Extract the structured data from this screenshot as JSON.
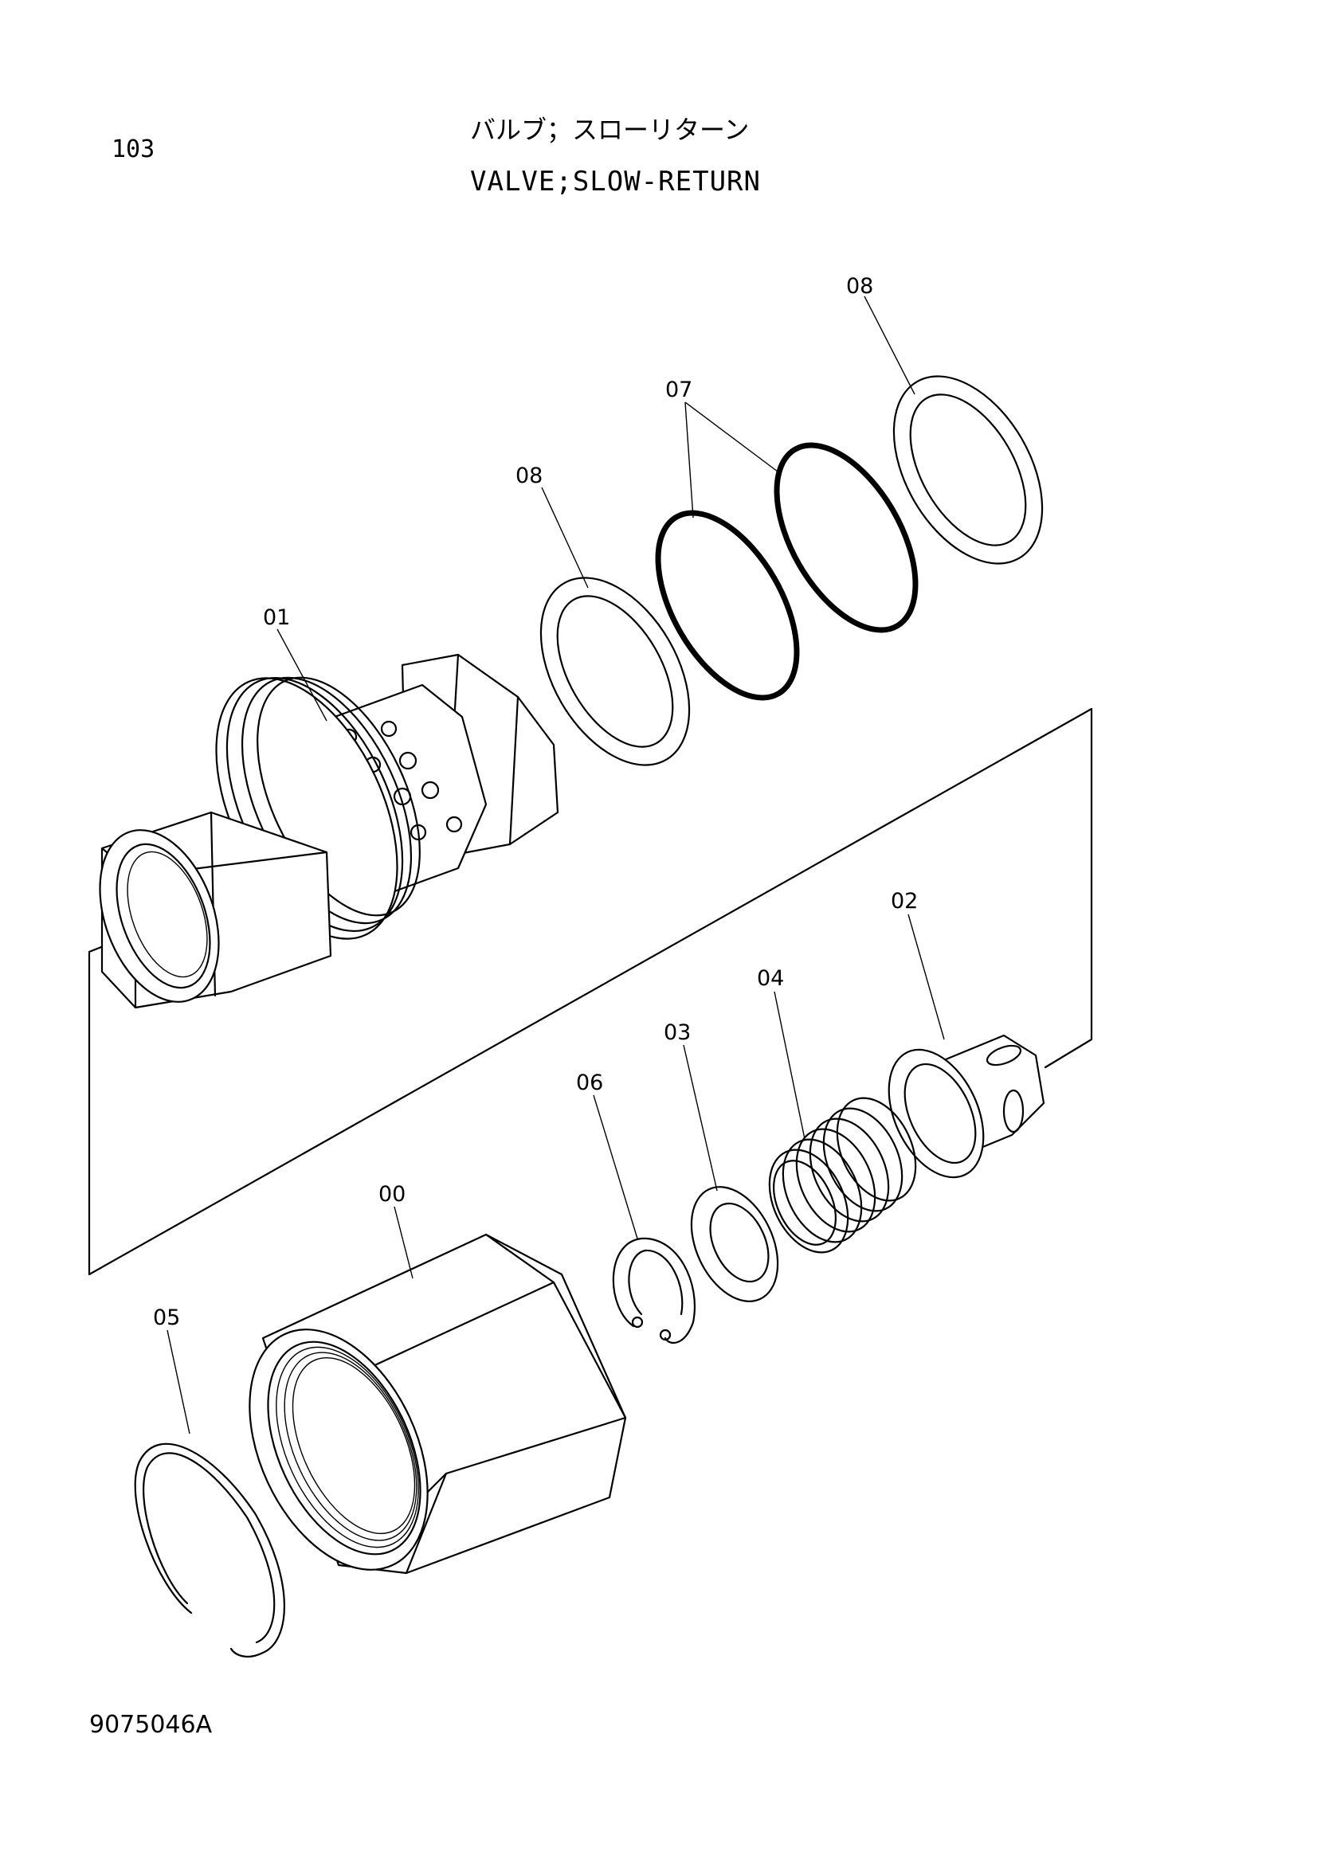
{
  "header": {
    "page_number": "103",
    "title_jp": "バルブ；スローリターン",
    "title_en": "VALVE;SLOW-RETURN"
  },
  "callouts": {
    "c00": "00",
    "c01": "01",
    "c02": "02",
    "c03": "03",
    "c04": "04",
    "c05": "05",
    "c06": "06",
    "c07": "07",
    "c08a": "08",
    "c08b": "08"
  },
  "footer": {
    "drawing_number": "9075046A"
  }
}
